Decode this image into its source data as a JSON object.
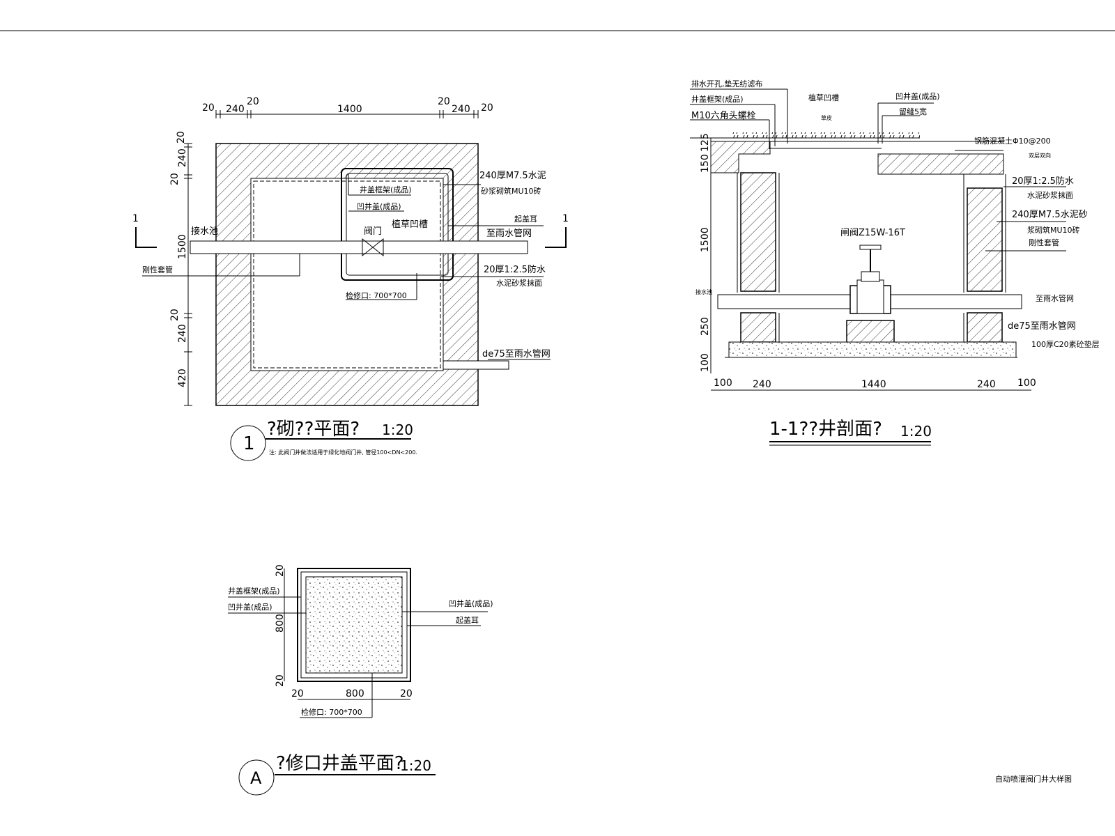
{
  "plan": {
    "title": "?砌??平面?",
    "scale": "1:20",
    "marker": "1",
    "note": "注: 此阀门井做法适用于绿化地阀门井, 管径100<DN<200.",
    "section_mark": "1",
    "dims_top": [
      "20",
      "240",
      "20",
      "1400",
      "20",
      "240",
      "20"
    ],
    "dims_left": [
      "20",
      "240",
      "20",
      "1500",
      "20",
      "240",
      "420"
    ],
    "labels": {
      "cover_frame": "井盖框架(成品)",
      "recessed_cover": "凹井盖(成品)",
      "valve": "阀门",
      "grass_groove": "植草凹槽",
      "wall": "240厚M7.5水泥",
      "wall2": "砂浆砌筑MU10砖",
      "lift_ear": "起盖耳",
      "to_rain": "至雨水管网",
      "inlet": "接水池",
      "casing": "刚性套管",
      "plaster": "20厚1:2.5防水",
      "plaster2": "水泥砂浆抹面",
      "opening": "检修口: 700*700",
      "de75": "de75至雨水管网"
    }
  },
  "section": {
    "title": "1-1??井剖面?",
    "scale": "1:20",
    "dims_bottom": [
      "100",
      "240",
      "1440",
      "240",
      "100"
    ],
    "dims_left": [
      "125",
      "150",
      "1500",
      "250",
      "100"
    ],
    "labels": {
      "drain_hole": "排水开孔,垫无纺滤布",
      "cover_frame": "井盖框架(成品)",
      "bolt": "M10六角头螺栓",
      "grass_groove": "植草凹槽",
      "grass": "草皮",
      "recessed_cover": "凹井盖(成品)",
      "gap": "留缝5宽",
      "rc_slab": "钢筋混凝土Φ10@200",
      "rc_slab2": "双层双向",
      "plaster": "20厚1:2.5防水",
      "plaster2": "水泥砂浆抹面",
      "wall": "240厚M7.5水泥砂",
      "wall2": "浆砌筑MU10砖",
      "casing": "刚性套管",
      "valve": "闸阀Z15W-16T",
      "inlet": "接水池",
      "to_rain_pipe": "至雨水管网",
      "de75": "de75至雨水管网",
      "base": "100厚C20素砼垫层"
    }
  },
  "cover": {
    "title": "?修口井盖平面?",
    "scale": "1:20",
    "marker": "A",
    "dims_left": [
      "20",
      "800",
      "20"
    ],
    "dims_bottom": [
      "20",
      "800",
      "20"
    ],
    "labels": {
      "cover_frame": "井盖框架(成品)",
      "recessed_cover": "凹井盖(成品)",
      "recessed_cover_r": "凹井盖(成品)",
      "lift_ear": "起盖耳",
      "opening": "检修口: 700*700"
    }
  },
  "corner_note": "自动喷灌阀门井大样图"
}
